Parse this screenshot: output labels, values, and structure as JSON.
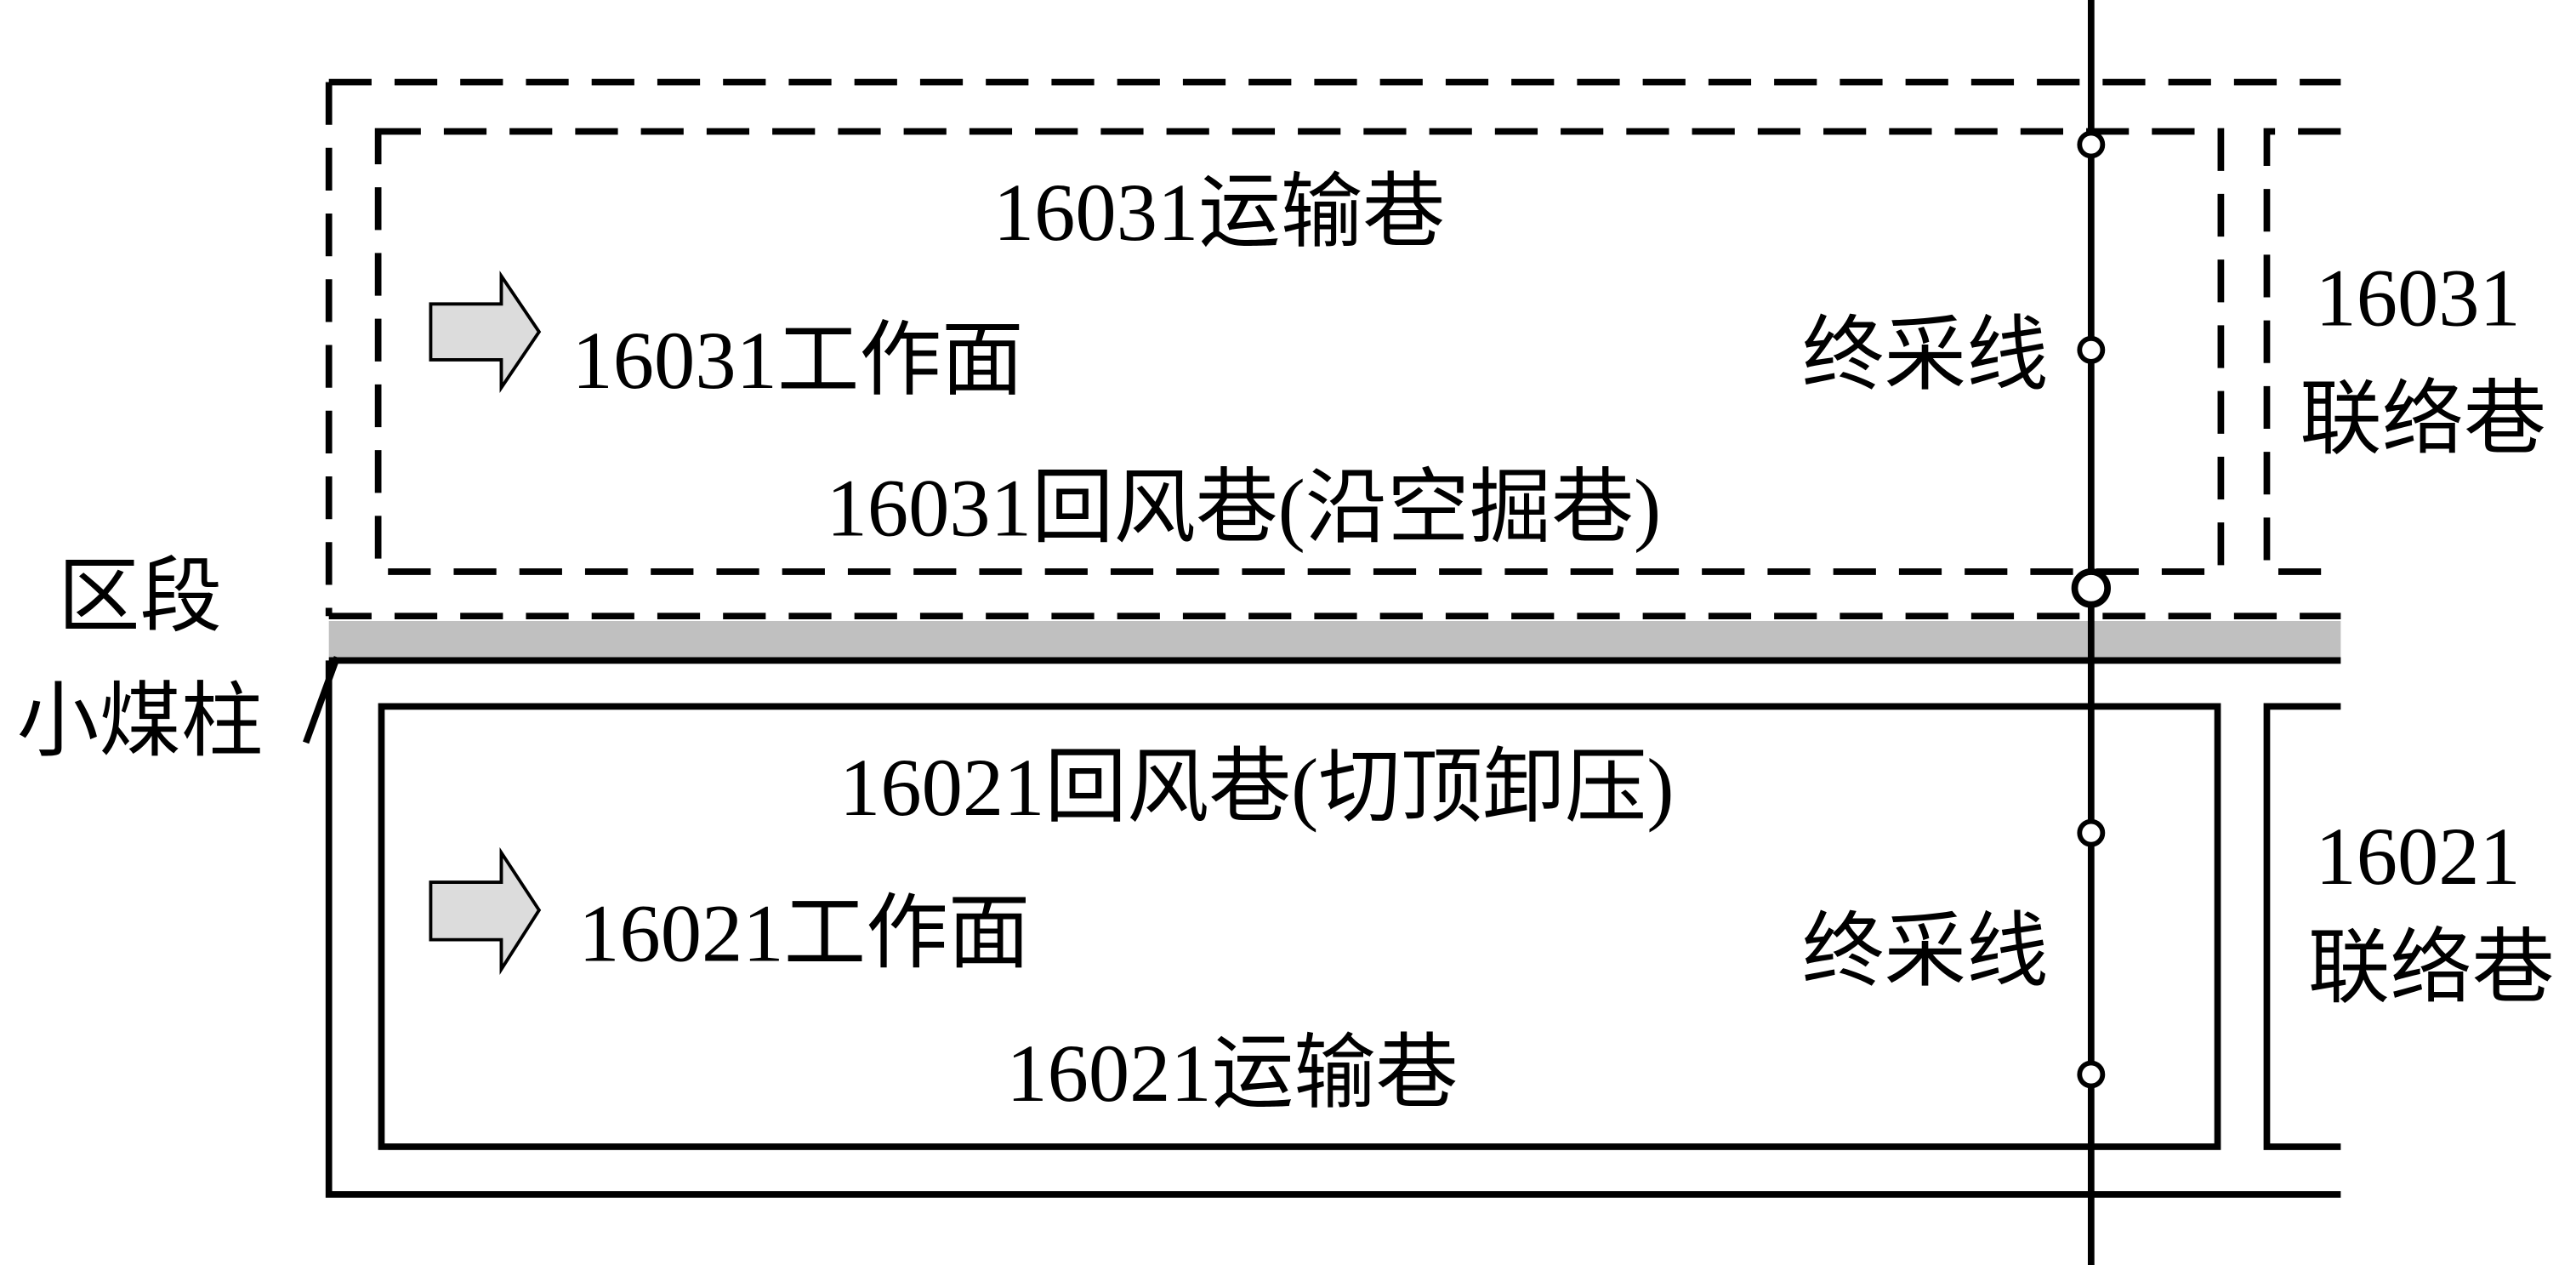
{
  "upper_panel": {
    "haulage_roadway": "16031运输巷",
    "working_face": "16031工作面",
    "return_airway": "16031回风巷(沿空掘巷)",
    "stop_line": "终采线",
    "connection_roadway_id": "16031",
    "connection_roadway_label": "联络巷"
  },
  "pillar": {
    "line1": "区段",
    "line2": "小煤柱"
  },
  "lower_panel": {
    "return_airway": "16021回风巷(切顶卸压)",
    "working_face": "16021工作面",
    "haulage_roadway": "16021运输巷",
    "stop_line": "终采线",
    "connection_roadway_id": "16021",
    "connection_roadway_label": "联络巷"
  },
  "colors": {
    "pillar_fill": "#c0c0c0",
    "arrow_fill": "#dcdcdc"
  }
}
